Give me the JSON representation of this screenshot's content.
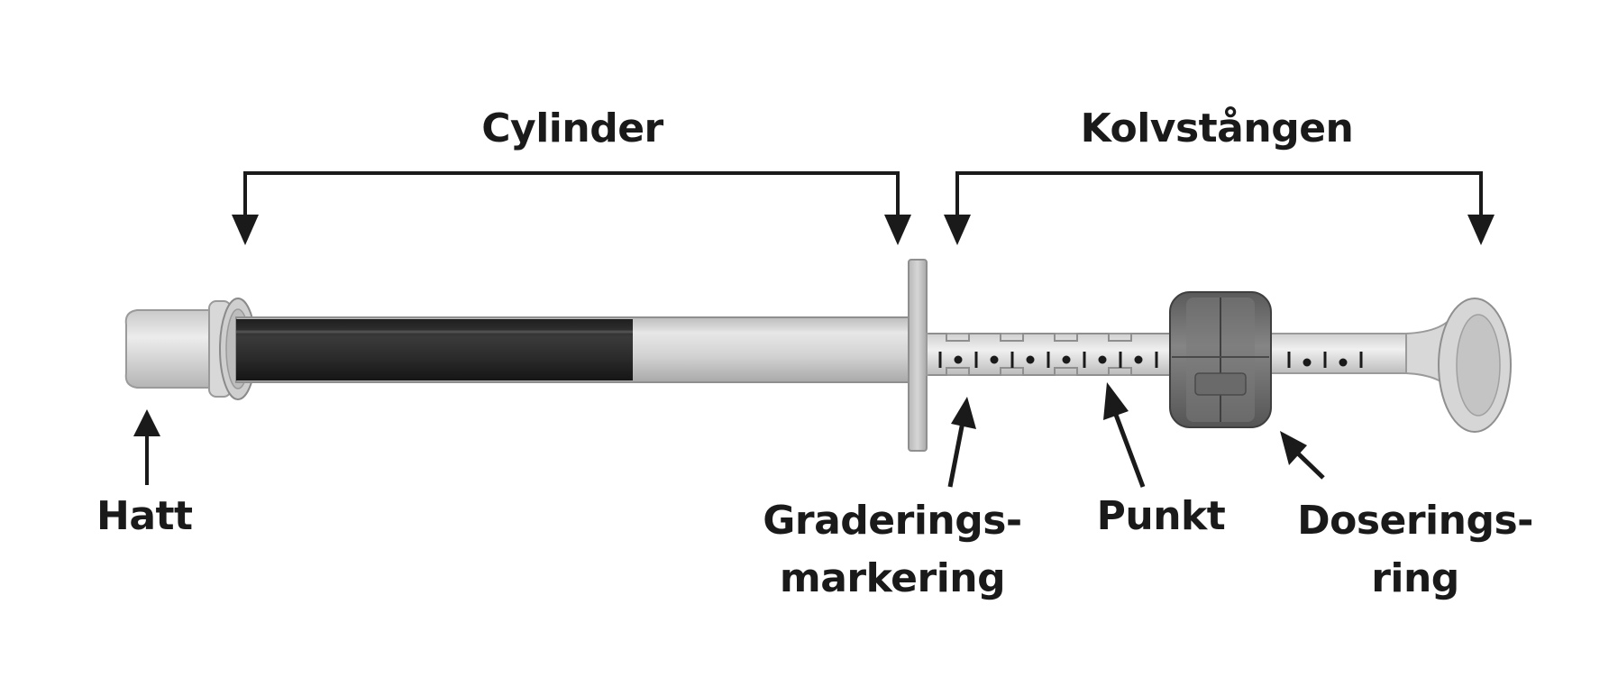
{
  "labels": {
    "cylinder": "Cylinder",
    "plunger": "Kolvstången",
    "cap": "Hatt",
    "graduation_line1": "Graderings-",
    "graduation_line2": "markering",
    "dot": "Punkt",
    "dosing_ring_line1": "Doserings-",
    "dosing_ring_line2": "ring"
  },
  "colors": {
    "ink": "#1a1a1a",
    "barrel_fill": "#2b2b2b",
    "barrel_empty": "#cfcfcf",
    "ring": "#6e6e6e",
    "plastic": "#d9d9d9"
  }
}
